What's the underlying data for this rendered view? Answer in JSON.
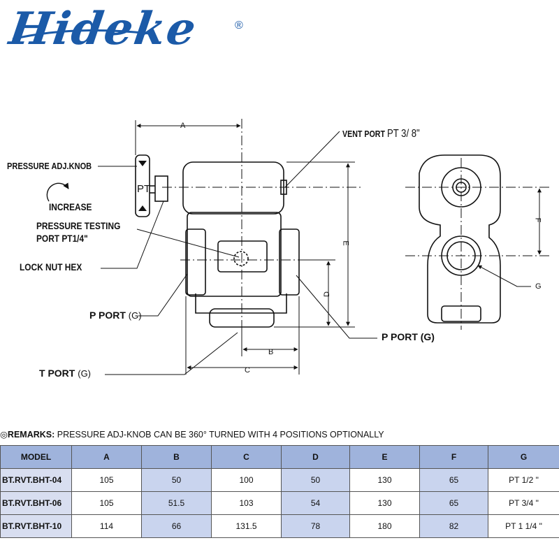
{
  "logo": {
    "text": "Hideke",
    "registered": "®",
    "brand_color": "#1b5aa8"
  },
  "drawing": {
    "dims": {
      "a": "A",
      "b": "B",
      "c": "C",
      "d": "D",
      "e": "E",
      "f": "F",
      "g": "G"
    },
    "labels": {
      "vent_port_prefix": "VENT PORT",
      "vent_port_size": "PT  3/ 8\"",
      "pressure_adj_knob": "PRESSURE ADJ.KNOB",
      "pt": "PT",
      "increase": "INCREASE",
      "pressure_testing_line1": "PRESSURE TESTING",
      "pressure_testing_line2": "PORT PT1/4\"",
      "lock_nut_hex": "LOCK NUT HEX",
      "p_port_left": "P PORT",
      "p_port_left_g": "(G)",
      "p_port_right": "P PORT (G)",
      "t_port": "T PORT",
      "t_port_g": "(G)"
    }
  },
  "remarks": {
    "label": "REMARKS:",
    "text": "PRESSURE ADJ-KNOB CAN BE 360° TURNED WITH 4 POSITIONS OPTIONALLY"
  },
  "table": {
    "headers": [
      "MODEL",
      "A",
      "B",
      "C",
      "D",
      "E",
      "F",
      "G"
    ],
    "rows": [
      [
        "BT.RVT.BHT-04",
        "105",
        "50",
        "100",
        "50",
        "130",
        "65",
        "PT  1/2 \""
      ],
      [
        "BT.RVT.BHT-06",
        "105",
        "51.5",
        "103",
        "54",
        "130",
        "65",
        "PT  3/4 \""
      ],
      [
        "BT.RVT.BHT-10",
        "114",
        "66",
        "131.5",
        "78",
        "180",
        "82",
        "PT  1  1/4 \""
      ]
    ]
  }
}
